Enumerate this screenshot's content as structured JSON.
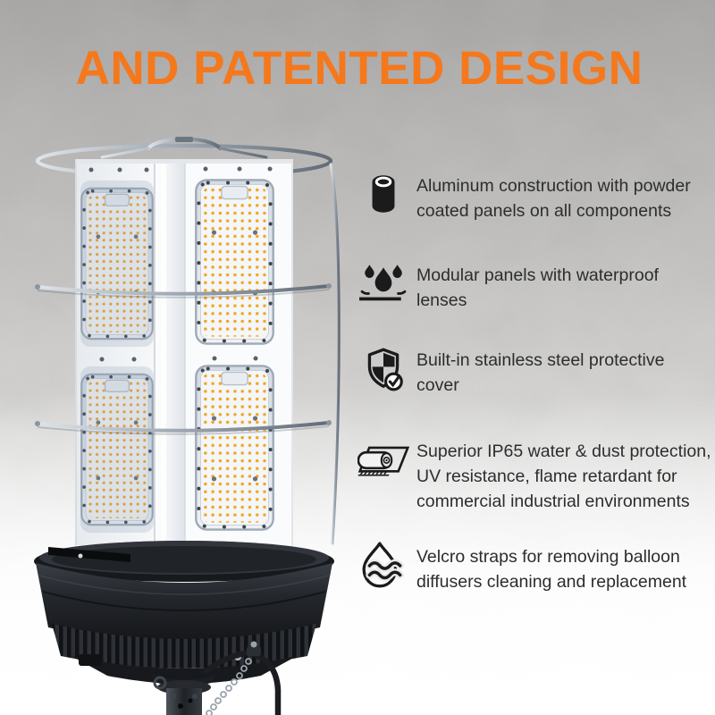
{
  "title": "AND PATENTED DESIGN",
  "colors": {
    "accent_orange": "#F5781C",
    "body_text": "#2D2D2D",
    "icon_black": "#1B1B1B",
    "led_amber": "#F2A51D"
  },
  "features": [
    {
      "icon": "aluminum-cylinder-icon",
      "text": "Aluminum construction with powder\ncoated panels on all components"
    },
    {
      "icon": "waterproof-drops-icon",
      "text": "Modular panels with waterproof\nlenses"
    },
    {
      "icon": "shield-check-icon",
      "text": "Built-in stainless steel protective\ncover"
    },
    {
      "icon": "fabric-roll-icon",
      "text": "Superior IP65 water & dust protection,\nUV resistance, flame retardant for\ncommercial industrial environments"
    },
    {
      "icon": "water-drop-wave-icon",
      "text": "Velcro straps for removing balloon\ndiffusers cleaning and replacement"
    }
  ]
}
